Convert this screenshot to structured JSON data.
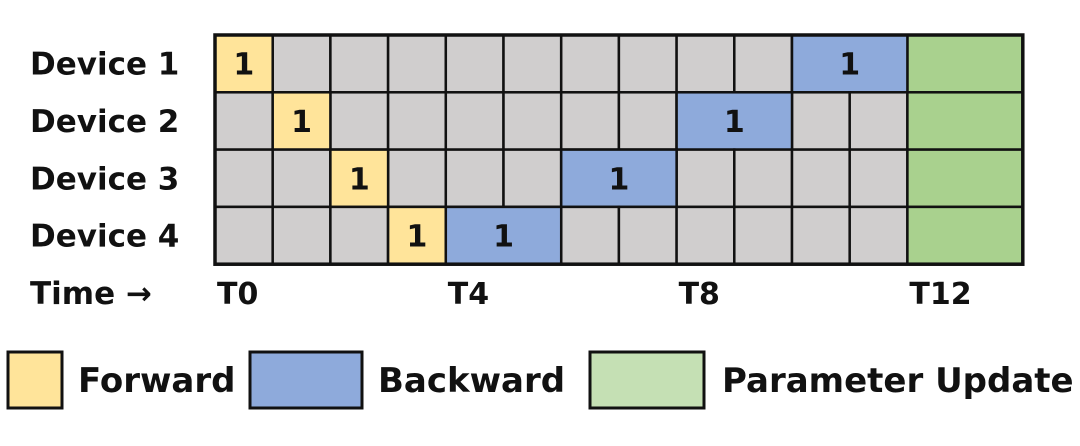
{
  "rows": [
    {
      "label": "Device 1",
      "forward_slot": 0,
      "backward_start": 10,
      "backward_len": 2
    },
    {
      "label": "Device 2",
      "forward_slot": 1,
      "backward_start": 8,
      "backward_len": 2
    },
    {
      "label": "Device 3",
      "forward_slot": 2,
      "backward_start": 6,
      "backward_len": 2
    },
    {
      "label": "Device 4",
      "forward_slot": 3,
      "backward_start": 4,
      "backward_len": 2
    }
  ],
  "micro_batch_label": "1",
  "time_axis": {
    "label": "Time →",
    "slots": 14,
    "update_start": 12,
    "ticks": [
      {
        "label": "T0",
        "slot": 0
      },
      {
        "label": "T4",
        "slot": 4
      },
      {
        "label": "T8",
        "slot": 8
      },
      {
        "label": "T12",
        "slot": 12
      }
    ]
  },
  "legend": [
    {
      "label": "Forward",
      "color": "#FFE49A"
    },
    {
      "label": "Backward",
      "color": "#8EAADB"
    },
    {
      "label": "Parameter Update",
      "color": "#A9D18E"
    }
  ],
  "colors": {
    "idle": "#D0CECE",
    "forward": "#FFE49A",
    "backward": "#8EAADB",
    "update": "#A9D18E",
    "legend_update": "#C5E0B4",
    "border": "#111111"
  }
}
